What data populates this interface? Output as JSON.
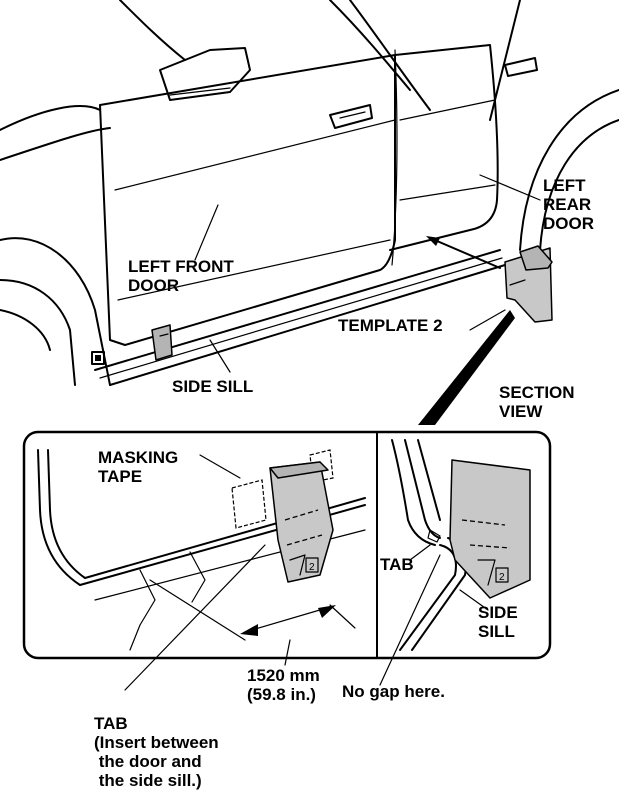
{
  "labels": {
    "left_rear_door": "LEFT\nREAR\nDOOR",
    "left_front_door": "LEFT FRONT\nDOOR",
    "template_2": "TEMPLATE 2",
    "side_sill_top": "SIDE SILL",
    "section_view": "SECTION\nVIEW",
    "masking_tape": "MASKING\nTAPE",
    "tab_section": "TAB",
    "side_sill_section": "SIDE\nSILL",
    "dimension": "1520 mm\n(59.8 in.)",
    "no_gap": "No gap here.",
    "tab_note": "TAB\n(Insert between\n the door and\n the side sill.)",
    "template_number": "2"
  }
}
